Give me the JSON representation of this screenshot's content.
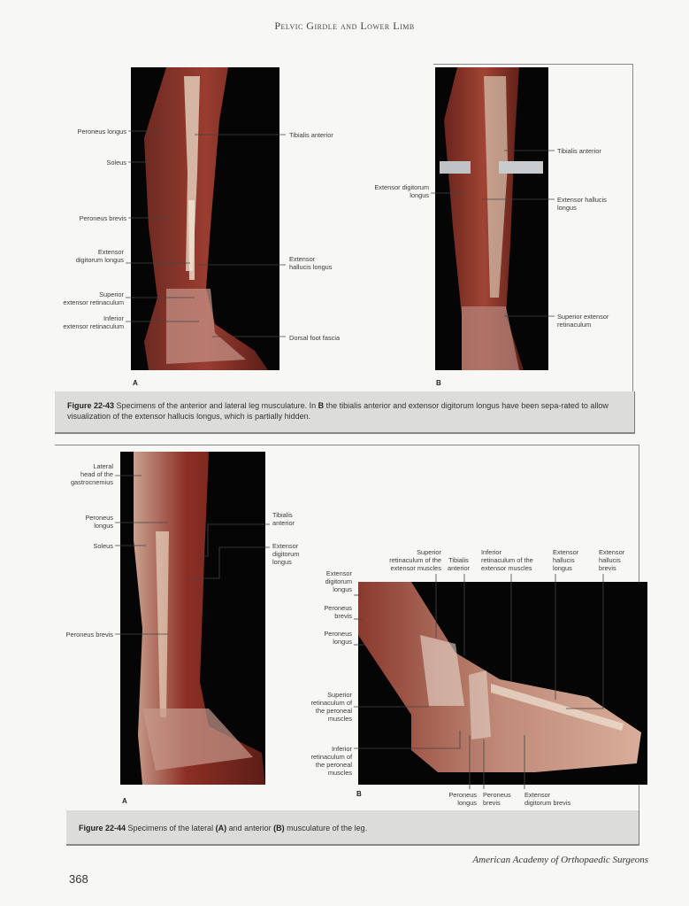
{
  "header": "Pelvic Girdle and Lower Limb",
  "figure_43": {
    "panel_a": {
      "letter": "A",
      "labels_left": [
        "Peroneus longus",
        "Soleus",
        "Peroneus brevis",
        "Extensor\ndigitorum longus",
        "Superior\nextensor retinaculum",
        "Inferior\nextensor retinaculum"
      ],
      "labels_right": [
        "Tibialis anterior",
        "Extensor\nhallucis longus",
        "Dorsal foot fascia"
      ]
    },
    "panel_b": {
      "letter": "B",
      "labels_left": [
        "Extensor digitorum\nlongus"
      ],
      "labels_right": [
        "Tibialis anterior",
        "Extensor hallucis\nlongus",
        "Superior extensor\nretinaculum"
      ]
    },
    "caption": {
      "number": "Figure 22-43",
      "text_1": " Specimens of the anterior and lateral leg musculature. In ",
      "bold_b": "B",
      "text_2": " the tibialis anterior and extensor digitorum longus have been sepa-rated to allow visualization of the extensor hallucis longus, which is partially hidden."
    }
  },
  "figure_44": {
    "panel_a": {
      "letter": "A",
      "labels_left": [
        "Lateral\nhead of the\ngastrocnemius",
        "Peroneus\nlongus",
        "Soleus",
        "Peroneus brevis"
      ],
      "labels_right": [
        "Tibialis\nanterior",
        "Extensor\ndigitorum\nlongus"
      ]
    },
    "panel_b": {
      "letter": "B",
      "labels_top": [
        "Superior\nretinaculum of the\nextensor muscles",
        "Tibialis\nanterior",
        "Inferior\nretinaculum of the\nextensor muscles",
        "Extensor\nhallucis\nlongus",
        "Extensor\nhallucis\nbrevis"
      ],
      "labels_left": [
        "Extensor\ndigitorum\nlongus",
        "Peroneus\nbrevis",
        "Peroneus\nlongus",
        "Superior\nretinaculum of\nthe peroneal\nmuscles",
        "Inferior\nretinaculum of\nthe peroneal\nmuscles"
      ],
      "labels_bottom": [
        "Peroneus\nlongus",
        "Peroneus\nbrevis",
        "Extensor\ndigitorum brevis"
      ]
    },
    "caption": {
      "number": "Figure 22-44",
      "text_1": " Specimens of the lateral ",
      "bold_a": "(A)",
      "text_2": " and anterior ",
      "bold_b": "(B)",
      "text_3": " musculature of the leg."
    }
  },
  "footer": {
    "publisher": "American Academy of Orthopaedic Surgeons",
    "page_number": "368"
  }
}
